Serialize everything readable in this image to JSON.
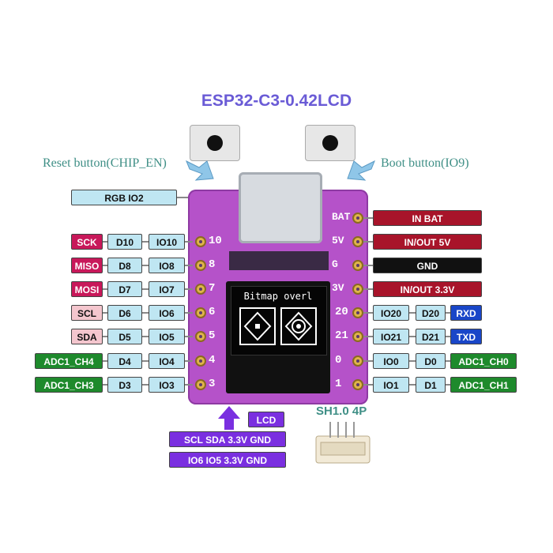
{
  "title": "ESP32-C3-0.42LCD",
  "reset_caption": "Reset button(CHIP_EN)",
  "boot_caption": "Boot button(IO9)",
  "rgb_label": "RGB IO2",
  "oled_text": "Bitmap overl",
  "left_pins": [
    {
      "func": "SCK",
      "d": "D10",
      "io": "IO10",
      "num": "10"
    },
    {
      "func": "MISO",
      "d": "D8",
      "io": "IO8",
      "num": "8"
    },
    {
      "func": "MOSI",
      "d": "D7",
      "io": "IO7",
      "num": "7"
    },
    {
      "func": "SCL",
      "d": "D6",
      "io": "IO6",
      "num": "6"
    },
    {
      "func": "SDA",
      "d": "D5",
      "io": "IO5",
      "num": "5"
    },
    {
      "func": "ADC1_CH4",
      "d": "D4",
      "io": "IO4",
      "num": "4"
    },
    {
      "func": "ADC1_CH3",
      "d": "D3",
      "io": "IO3",
      "num": "3"
    }
  ],
  "right_power": [
    "IN  BAT",
    "IN/OUT 5V",
    "GND",
    "IN/OUT 3.3V"
  ],
  "right_power_nums": [
    "BAT",
    "5V",
    "G",
    "3V"
  ],
  "right_pins": [
    {
      "io": "IO20",
      "d": "D20",
      "func": "RXD",
      "num": "20"
    },
    {
      "io": "IO21",
      "d": "D21",
      "func": "TXD",
      "num": "21"
    },
    {
      "io": "IO0",
      "d": "D0",
      "func": "ADC1_CH0",
      "num": "0"
    },
    {
      "io": "IO1",
      "d": "D1",
      "func": "ADC1_CH1",
      "num": "1"
    }
  ],
  "lcd_label": "LCD",
  "lcd_pins_1": "SCL SDA 3.3V GND",
  "lcd_pins_2": "IO6 IO5 3.3V GND",
  "connector_label": "SH1.0 4P"
}
